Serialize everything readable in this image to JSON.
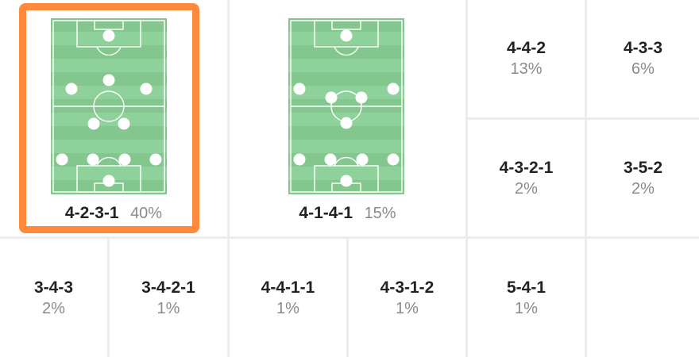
{
  "accent_color": "#ff8a3d",
  "pitch_colors": {
    "stripe_light": "#8fd19a",
    "stripe_dark": "#83c78e",
    "lines": "#ffffff",
    "player": "#ffffff"
  },
  "formations": [
    {
      "id": "f1",
      "name": "4-2-3-1",
      "percent": "40%",
      "selected": true,
      "diagram": true
    },
    {
      "id": "f2",
      "name": "4-1-4-1",
      "percent": "15%",
      "selected": false,
      "diagram": true
    },
    {
      "id": "f3",
      "name": "4-4-2",
      "percent": "13%"
    },
    {
      "id": "f4",
      "name": "4-3-3",
      "percent": "6%"
    },
    {
      "id": "f5",
      "name": "4-3-2-1",
      "percent": "2%"
    },
    {
      "id": "f6",
      "name": "3-5-2",
      "percent": "2%"
    },
    {
      "id": "f7",
      "name": "3-4-3",
      "percent": "2%"
    },
    {
      "id": "f8",
      "name": "3-4-2-1",
      "percent": "1%"
    },
    {
      "id": "f9",
      "name": "4-4-1-1",
      "percent": "1%"
    },
    {
      "id": "f10",
      "name": "4-3-1-2",
      "percent": "1%"
    },
    {
      "id": "f11",
      "name": "5-4-1",
      "percent": "1%"
    }
  ]
}
